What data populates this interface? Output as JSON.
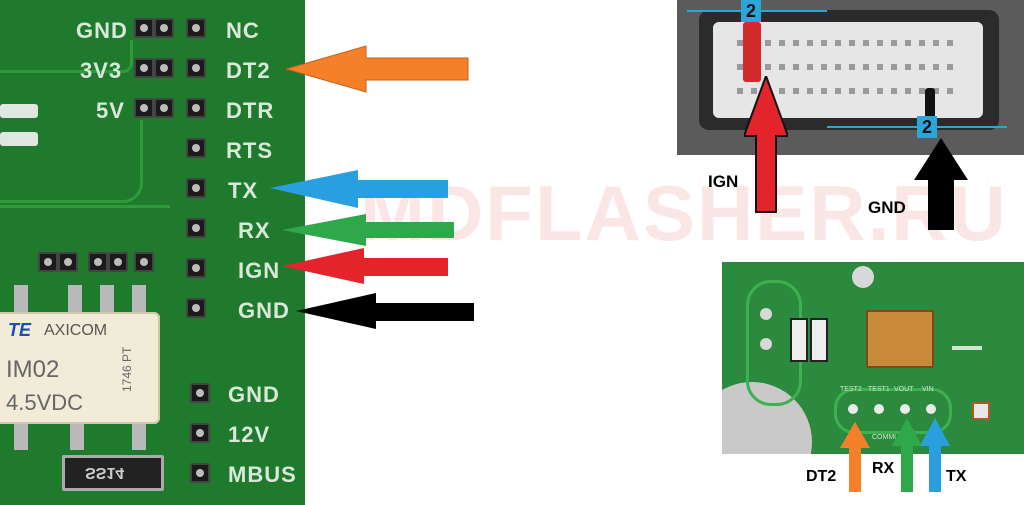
{
  "watermark": "MDFLASHER.RU",
  "left_board": {
    "power_labels": [
      "GND",
      "3V3",
      "5V"
    ],
    "pin_labels": [
      "NC",
      "DT2",
      "DTR",
      "RTS",
      "TX",
      "RX",
      "IGN",
      "GND"
    ],
    "lower_labels": [
      "GND",
      "12V",
      "MBUS"
    ],
    "relay": {
      "brand": "TE",
      "line1": "AXICOM",
      "line2": "IM02",
      "line3": "4.5VDC",
      "side": "1746 PT"
    },
    "diode": "SS14"
  },
  "connector": {
    "badge_top": "2",
    "badge_bottom": "2",
    "labels": {
      "ign": "IGN",
      "gnd": "GND"
    }
  },
  "right_board": {
    "pads": [
      "TEST2",
      "TEST1",
      "VOUT",
      "VIN"
    ],
    "bottom_text": "COMMU",
    "labels": {
      "dt2": "DT2",
      "rx": "RX",
      "tx": "TX"
    }
  },
  "colors": {
    "orange": "#f4812a",
    "blue": "#2a9fe0",
    "green": "#2fa84a",
    "red": "#e3242b",
    "black": "#000000",
    "board": "#1f7a2e"
  }
}
